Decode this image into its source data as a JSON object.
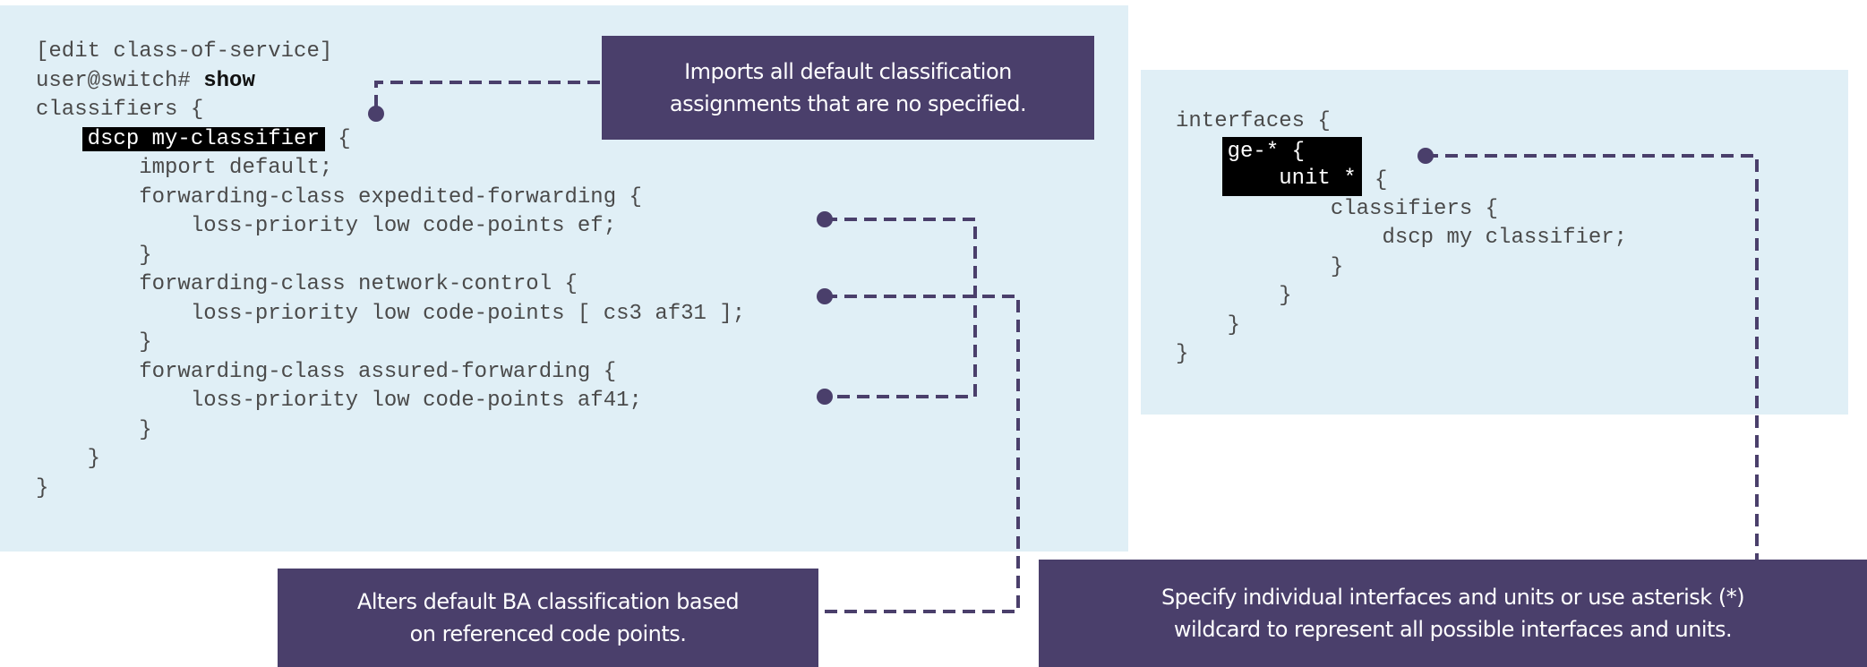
{
  "left_config": {
    "lines": [
      "[edit class-of-service]",
      "user@switch# ",
      "show",
      "classifiers {",
      "dscp my-classifier",
      " {",
      "        import default;",
      "        forwarding-class expedited-forwarding {",
      "            loss-priority low code-points ef;",
      "        }",
      "        forwarding-class network-control {",
      "            loss-priority low code-points [ cs3 af31 ];",
      "        }",
      "        forwarding-class assured-forwarding {",
      "            loss-priority low code-points af41;",
      "        }",
      "    }",
      "}"
    ]
  },
  "right_config": {
    "lines": [
      "interfaces {",
      "ge-* {",
      "    unit *",
      " {",
      "            classifiers {",
      "                dscp my classifier;",
      "            }",
      "        }",
      "    }",
      "}"
    ]
  },
  "callouts": {
    "import": [
      "Imports all default classification",
      "assignments that are no specified."
    ],
    "alters": [
      "Alters default BA classification based",
      "on referenced code points."
    ],
    "wildcard": [
      "Specify individual interfaces and units or use asterisk (*)",
      "wildcard to represent all possible interfaces and units."
    ]
  },
  "colors": {
    "panel_bg": "#e0eff6",
    "callout_bg": "#4a3f6b",
    "connector": "#4a3f6b",
    "highlight_bg": "#000000"
  }
}
